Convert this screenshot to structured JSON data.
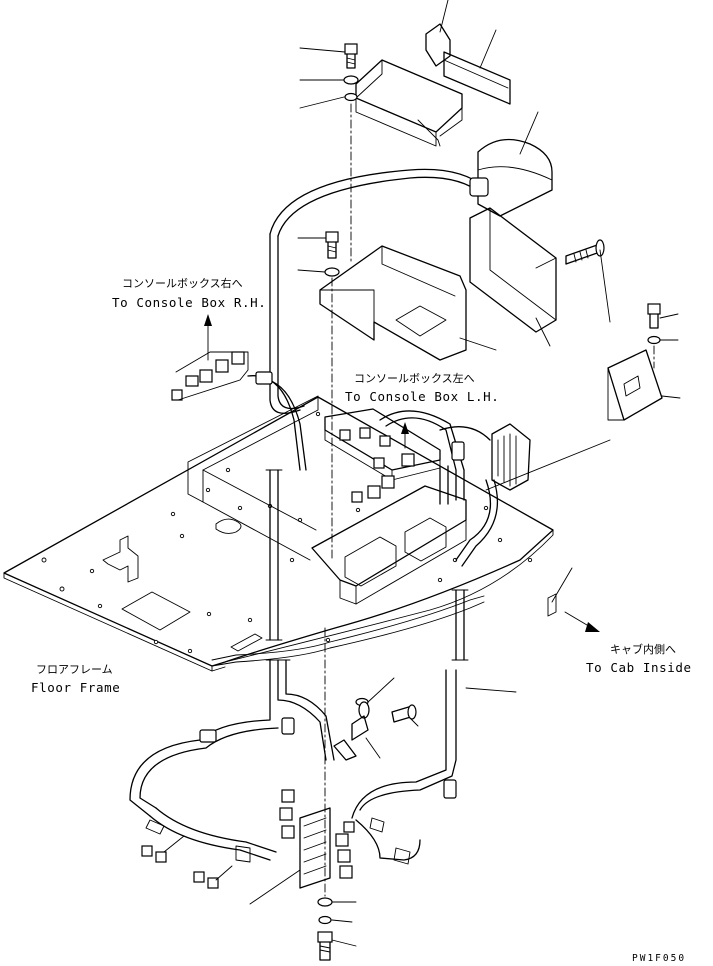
{
  "labels": {
    "console_rh_jp": "コンソールボックス右へ",
    "console_rh_en": "To Console Box R.H.",
    "console_lh_jp": "コンソールボックス左へ",
    "console_lh_en": "To Console Box L.H.",
    "floor_frame_jp": "フロアフレーム",
    "floor_frame_en": "Floor Frame",
    "cab_inside_jp": "キャブ内側へ",
    "cab_inside_en": "To Cab Inside",
    "drawing_code": "PW1F050"
  }
}
